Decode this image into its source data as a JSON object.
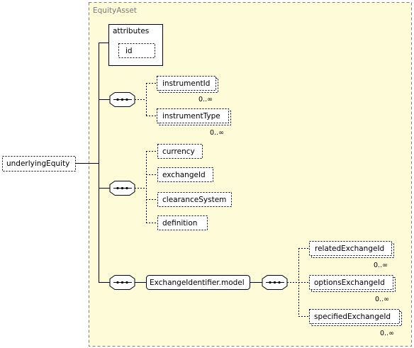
{
  "diagram": {
    "root_element": "underlyingEquity",
    "complex_type": "EquityAsset",
    "attributes_label": "attributes",
    "attributes": [
      "id"
    ],
    "sequence_1": [
      {
        "name": "instrumentId",
        "cardinality": "0..∞"
      },
      {
        "name": "instrumentType",
        "cardinality": "0..∞"
      }
    ],
    "sequence_2": [
      {
        "name": "currency"
      },
      {
        "name": "exchangeId"
      },
      {
        "name": "clearanceSystem"
      },
      {
        "name": "definition"
      }
    ],
    "group_ref": "ExchangeIdentifier.model",
    "sequence_3": [
      {
        "name": "relatedExchangeId",
        "cardinality": "0..∞"
      },
      {
        "name": "optionsExchangeId",
        "cardinality": "0..∞"
      },
      {
        "name": "specifiedExchangeId",
        "cardinality": "0..∞"
      }
    ]
  },
  "colors": {
    "group_fill": "#fefbd8",
    "group_border": "#808080",
    "connector": "#000000"
  }
}
